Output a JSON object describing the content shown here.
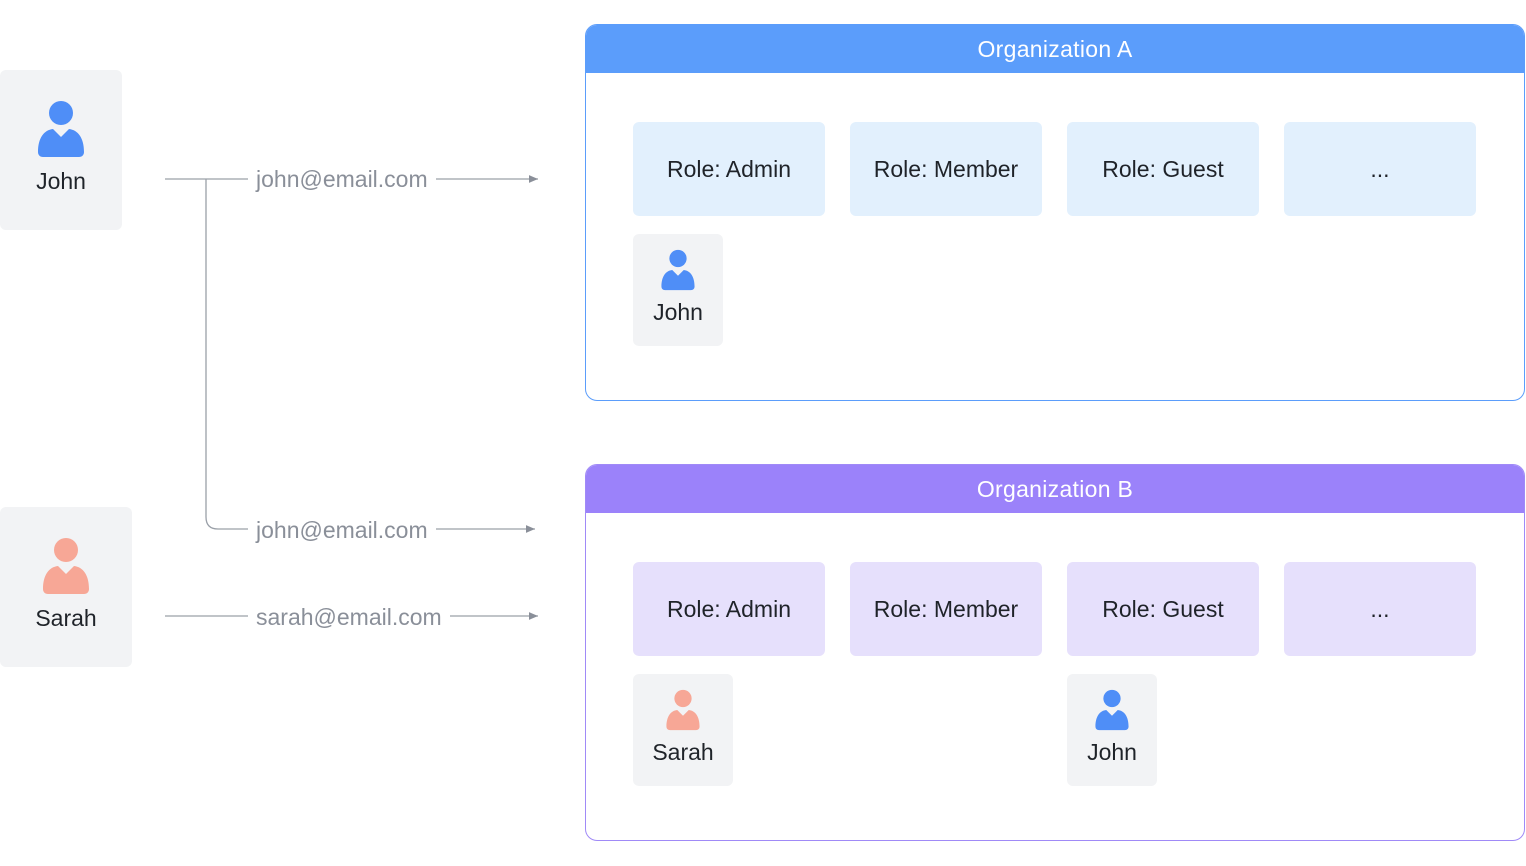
{
  "colors": {
    "john_icon": "#4f8ef7",
    "sarah_icon": "#f7a796",
    "org_a_accent": "#5b9dfb",
    "org_b_accent": "#9b82fa"
  },
  "users": {
    "john": {
      "name": "John",
      "icon": "person-icon"
    },
    "sarah": {
      "name": "Sarah",
      "icon": "person-icon"
    }
  },
  "links": {
    "john_to_a": "john@email.com",
    "john_to_b": "john@email.com",
    "sarah_to_b": "sarah@email.com"
  },
  "org_a": {
    "title": "Organization A",
    "roles": [
      "Role: Admin",
      "Role: Member",
      "Role: Guest",
      "..."
    ],
    "members": [
      {
        "name": "John",
        "role": "Role: Admin"
      }
    ]
  },
  "org_b": {
    "title": "Organization B",
    "roles": [
      "Role: Admin",
      "Role: Member",
      "Role: Guest",
      "..."
    ],
    "members": [
      {
        "name": "Sarah",
        "role": "Role: Admin"
      },
      {
        "name": "John",
        "role": "Role: Guest"
      }
    ]
  }
}
